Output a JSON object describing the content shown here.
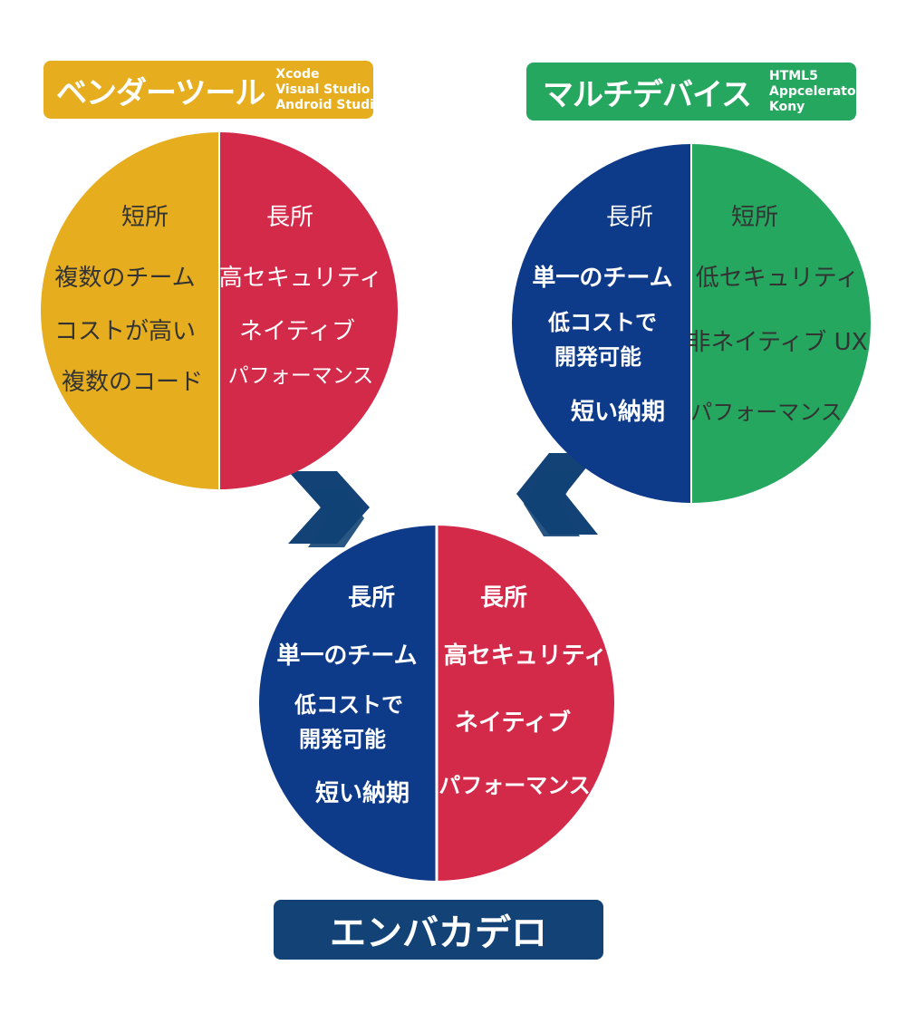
{
  "colors": {
    "gold": "#E6AE1E",
    "red": "#D42A4A",
    "green": "#25A75F",
    "blue": "#0E3A8A",
    "navy": "#124276",
    "dark_text": "#333333",
    "white": "#ffffff"
  },
  "vendor": {
    "title": "ベンダーツール",
    "tools": [
      "Xcode",
      "Visual Studio",
      "Android Studio"
    ],
    "left": {
      "heading": "短所",
      "items": [
        "複数のチーム",
        "コストが高い",
        "複数のコード"
      ]
    },
    "right": {
      "heading": "長所",
      "items": [
        "高セキュリティ",
        "ネイティブ",
        "パフォーマンス"
      ]
    }
  },
  "multidevice": {
    "title": "マルチデバイス",
    "tools": [
      "HTML5",
      "Appcelerator",
      "Kony"
    ],
    "left": {
      "heading": "長所",
      "items": [
        "単一のチーム",
        "低コストで",
        "開発可能",
        "短い納期"
      ]
    },
    "right": {
      "heading": "短所",
      "items": [
        "低セキュリティ",
        "非ネイティブ UX",
        "パフォーマンス"
      ]
    }
  },
  "embarcadero": {
    "title": "エンバカデロ",
    "left": {
      "heading": "長所",
      "items": [
        "単一のチーム",
        "低コストで",
        "開発可能",
        "短い納期"
      ]
    },
    "right": {
      "heading": "長所",
      "items": [
        "高セキュリティ",
        "ネイティブ",
        "パフォーマンス"
      ]
    }
  }
}
